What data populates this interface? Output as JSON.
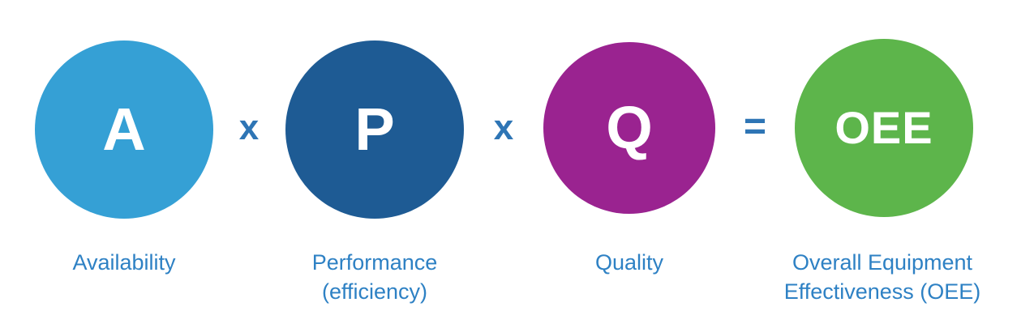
{
  "diagram": {
    "background": "#ffffff",
    "letter_color": "#ffffff",
    "operator_color": "#2e75b5",
    "label_color": "#2e81c4",
    "operators": {
      "multiply1": "x",
      "multiply2": "x",
      "equals": "="
    },
    "items": [
      {
        "id": "availability",
        "letter": "A",
        "circle_color": "#35a0d5",
        "label_line1": "Availability",
        "label_line2": ""
      },
      {
        "id": "performance",
        "letter": "P",
        "circle_color": "#1e5b94",
        "label_line1": "Performance",
        "label_line2": "(efficiency)"
      },
      {
        "id": "quality",
        "letter": "Q",
        "circle_color": "#9a2390",
        "label_line1": "Quality",
        "label_line2": ""
      },
      {
        "id": "oee",
        "letter": "OEE",
        "circle_color": "#5db54b",
        "label_line1": "Overall Equipment",
        "label_line2": "Effectiveness (OEE)"
      }
    ]
  }
}
